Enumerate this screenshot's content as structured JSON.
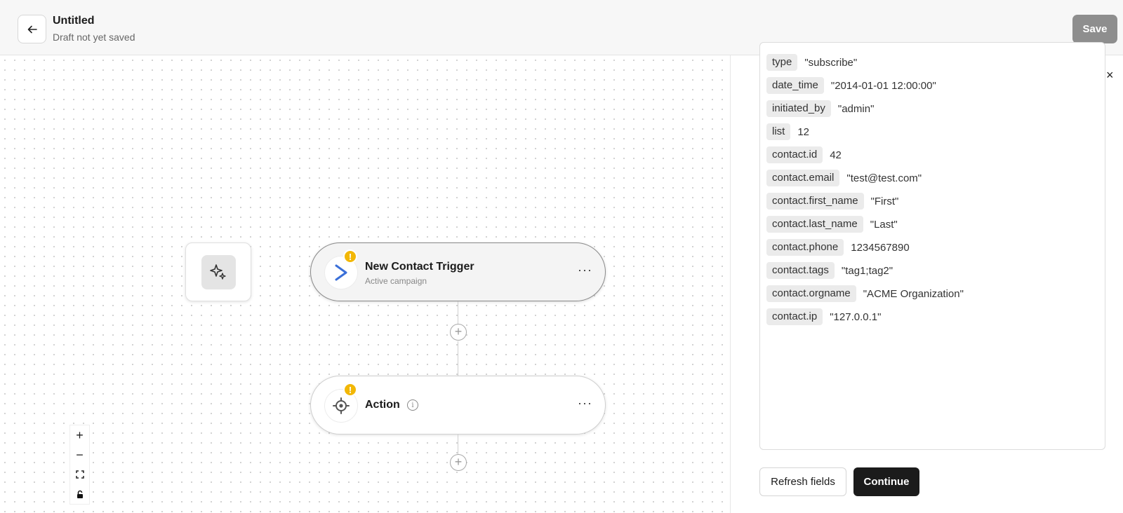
{
  "header": {
    "title": "Untitled",
    "subtitle": "Draft not yet saved",
    "save_label": "Save"
  },
  "canvas": {
    "trigger_node": {
      "title": "New Contact Trigger",
      "subtitle": "Active campaign",
      "menu": "···"
    },
    "action_node": {
      "title": "Action",
      "menu": "···"
    },
    "add_step": "+",
    "zoom": {
      "in": "+",
      "out": "−"
    }
  },
  "panel": {
    "close": "×",
    "fields": [
      {
        "key": "type",
        "value": "\"subscribe\""
      },
      {
        "key": "date_time",
        "value": "\"2014-01-01 12:00:00\""
      },
      {
        "key": "initiated_by",
        "value": "\"admin\""
      },
      {
        "key": "list",
        "value": "12"
      },
      {
        "key": "contact.id",
        "value": "42"
      },
      {
        "key": "contact.email",
        "value": "\"test@test.com\""
      },
      {
        "key": "contact.first_name",
        "value": "\"First\""
      },
      {
        "key": "contact.last_name",
        "value": "\"Last\""
      },
      {
        "key": "contact.phone",
        "value": "1234567890"
      },
      {
        "key": "contact.tags",
        "value": "\"tag1;tag2\""
      },
      {
        "key": "contact.orgname",
        "value": "\"ACME Organization\""
      },
      {
        "key": "contact.ip",
        "value": "\"127.0.0.1\""
      }
    ],
    "refresh_label": "Refresh fields",
    "continue_label": "Continue"
  },
  "colors": {
    "warning": "#f2b705",
    "trigger_icon": "#3a6fd8",
    "continue_bg": "#1b1b1b",
    "save_bg": "#8e8e8e"
  }
}
